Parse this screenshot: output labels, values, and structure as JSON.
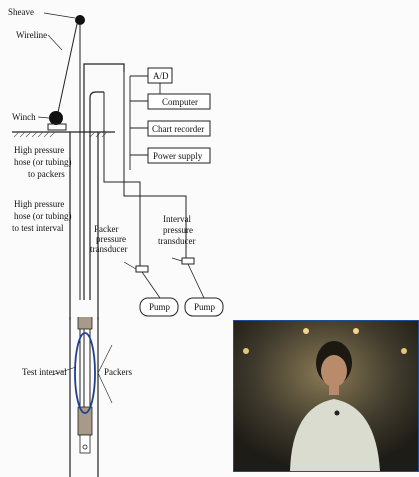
{
  "diagram": {
    "labels": {
      "sheave": "Sheave",
      "wireline": "Wireline",
      "winch": "Winch",
      "hose_packers": [
        "High pressure",
        "hose (or tubing)",
        "to packers"
      ],
      "hose_interval": [
        "High pressure",
        "hose (or tubing)",
        "to test interval"
      ],
      "packer_transducer": [
        "Packer",
        "pressure",
        "transducer"
      ],
      "interval_transducer": [
        "Interval",
        "pressure",
        "transducer"
      ],
      "test_interval": "Test interval",
      "packers": "Packers"
    },
    "boxes": {
      "ad": "A/D",
      "computer": "Computer",
      "chart_recorder": "Chart recorder",
      "power_supply": "Power supply"
    },
    "pumps": [
      "Pump",
      "Pump"
    ]
  },
  "video": {
    "colors": {
      "frame": "#1e4e9a",
      "shirt": "#d9dccf",
      "hair": "#1c1812"
    }
  }
}
